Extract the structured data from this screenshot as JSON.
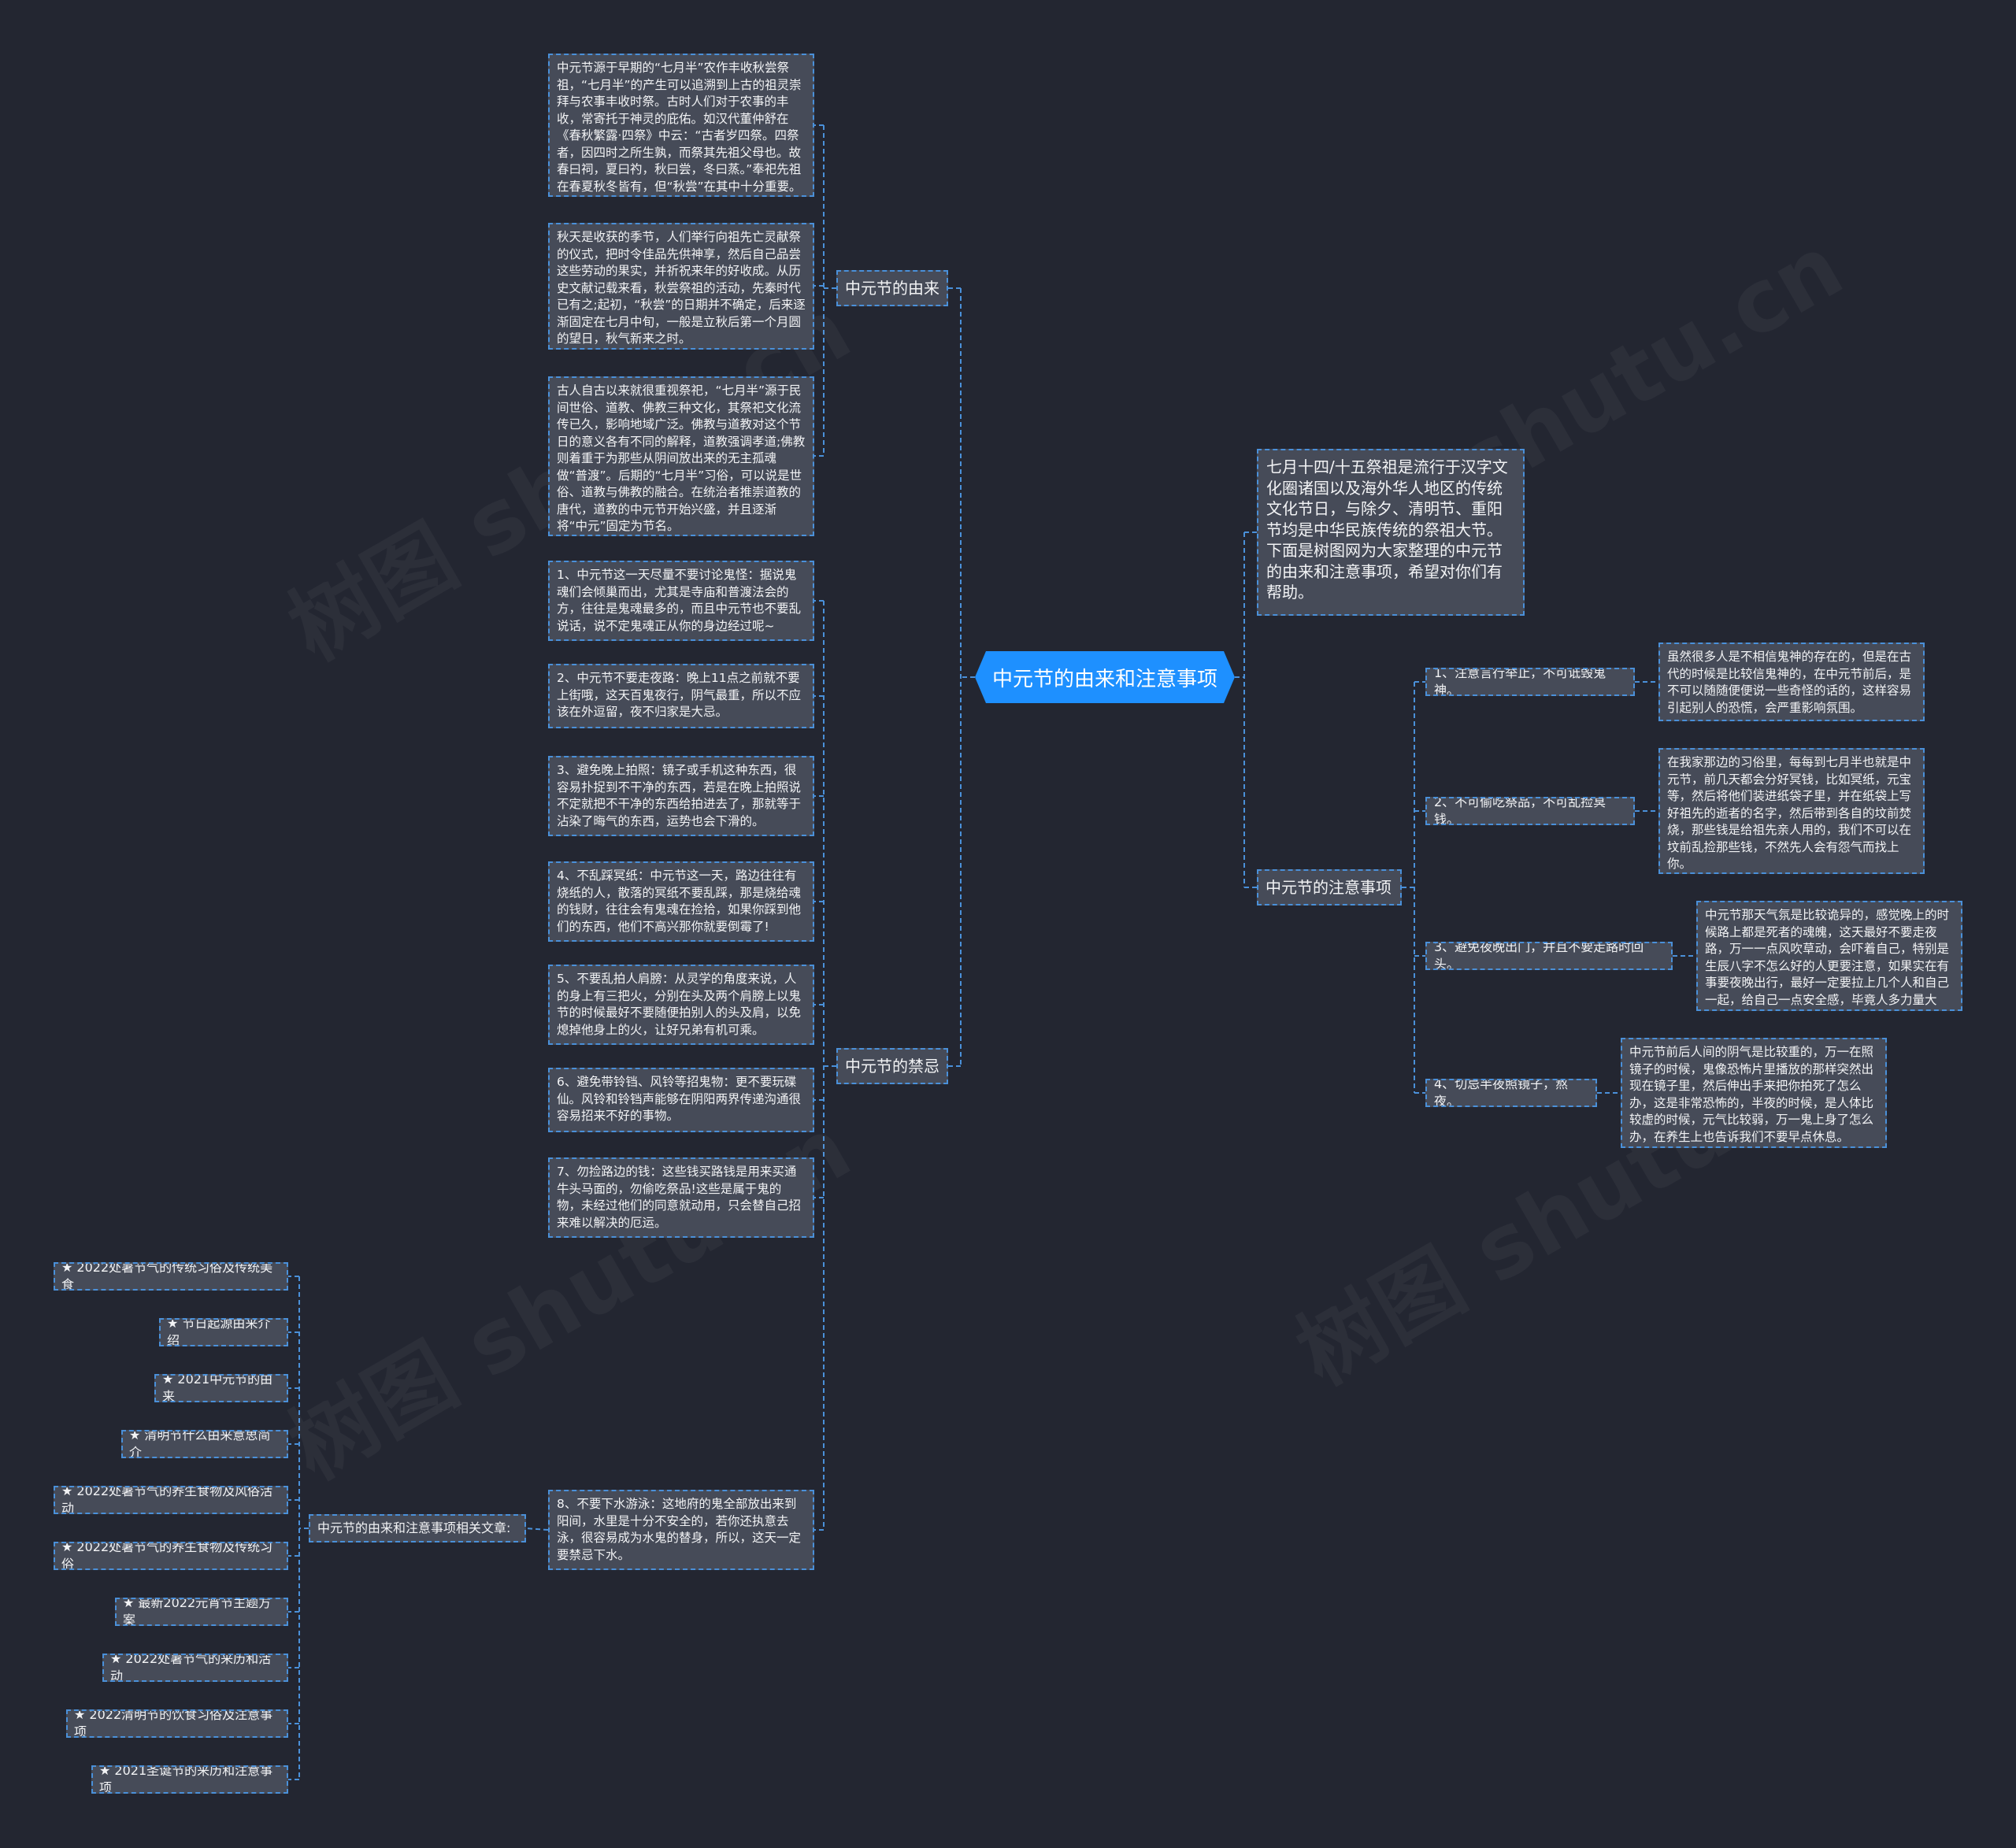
{
  "root": {
    "title": "中元节的由来和注意事项"
  },
  "intro": {
    "text": "七月十四/十五祭祖是流行于汉字文化圈诸国以及海外华人地区的传统文化节日，与除夕、清明节、重阳节均是中华民族传统的祭祖大节。下面是树图网为大家整理的中元节的由来和注意事项，希望对你们有帮助。"
  },
  "origin": {
    "label": "中元节的由来",
    "paragraphs": [
      "中元节源于早期的“七月半”农作丰收秋尝祭祖，“七月半”的产生可以追溯到上古的祖灵崇拜与农事丰收时祭。古时人们对于农事的丰收，常寄托于神灵的庇佑。如汉代董仲舒在《春秋繁露·四祭》中云：“古者岁四祭。四祭者，因四时之所生孰，而祭其先祖父母也。故春曰祠，夏曰礿，秋曰尝，冬曰蒸。”奉祀先祖在春夏秋冬皆有，但“秋尝”在其中十分重要。",
      "秋天是收获的季节，人们举行向祖先亡灵献祭的仪式，把时令佳品先供神享，然后自己品尝这些劳动的果实，并祈祝来年的好收成。从历史文献记载来看，秋尝祭祖的活动，先秦时代已有之;起初，“秋尝”的日期并不确定，后来逐渐固定在七月中旬，一般是立秋后第一个月圆的望日，秋气新来之时。",
      "古人自古以来就很重视祭祀，“七月半”源于民间世俗、道教、佛教三种文化，其祭祀文化流传已久，影响地域广泛。佛教与道教对这个节日的意义各有不同的解释，道教强调孝道;佛教则着重于为那些从阴间放出来的无主孤魂做“普渡”。后期的“七月半”习俗，可以说是世俗、道教与佛教的融合。在统治者推崇道教的唐代，道教的中元节开始兴盛，并且逐渐将“中元”固定为节名。"
    ]
  },
  "taboos": {
    "label": "中元节的禁忌",
    "items": [
      "1、中元节这一天尽量不要讨论鬼怪：据说鬼魂们会倾巢而出，尤其是寺庙和普渡法会的方，往往是鬼魂最多的，而且中元节也不要乱说话，说不定鬼魂正从你的身边经过呢~",
      "2、中元节不要走夜路：晚上11点之前就不要上街哦，这天百鬼夜行，阴气最重，所以不应该在外逗留，夜不归家是大忌。",
      "3、避免晚上拍照：镜子或手机这种东西，很容易扑捉到不干净的东西，若是在晚上拍照说不定就把不干净的东西给拍进去了，那就等于沾染了晦气的东西，运势也会下滑的。",
      "4、不乱踩冥纸：中元节这一天，路边往往有烧纸的人，散落的冥纸不要乱踩，那是烧给魂的钱财，往往会有鬼魂在捡拾，如果你踩到他们的东西，他们不高兴那你就要倒霉了!",
      "5、不要乱拍人肩膀：从灵学的角度来说，人的身上有三把火，分别在头及两个肩膀上以鬼节的时候最好不要随便拍别人的头及肩，以免熄掉他身上的火，让好兄弟有机可乘。",
      "6、避免带铃铛、风铃等招鬼物：更不要玩碟仙。风铃和铃铛声能够在阴阳两界传递沟通很容易招来不好的事物。",
      "7、勿捡路边的钱：这些钱买路钱是用来买通牛头马面的，勿偷吃祭品!这些是属于鬼的物，未经过他们的同意就动用，只会替自己招来难以解决的厄运。",
      "8、不要下水游泳：这地府的鬼全部放出来到阳间，水里是十分不安全的，若你还执意去泳，很容易成为水鬼的替身，所以，这天一定要禁忌下水。"
    ]
  },
  "notes": {
    "label": "中元节的注意事项",
    "items": [
      {
        "title": "1、注意言行举止，不可诋毁鬼神。",
        "detail": "虽然很多人是不相信鬼神的存在的，但是在古代的时候是比较信鬼神的，在中元节前后，是不可以随随便便说一些奇怪的话的，这样容易引起别人的恐慌，会严重影响氛围。"
      },
      {
        "title": "2、不可偷吃祭品，不可乱捡冥钱。",
        "detail": "在我家那边的习俗里，每每到七月半也就是中元节，前几天都会分好冥钱，比如冥纸，元宝等，然后将他们装进纸袋子里，并在纸袋上写好祖先的逝者的名字，然后带到各自的坟前焚烧，那些钱是给祖先亲人用的，我们不可以在坟前乱捡那些钱，不然先人会有怨气而找上你。"
      },
      {
        "title": "3、避免夜晚出门，并且不要走路时回头。",
        "detail": "中元节那天气氛是比较诡异的，感觉晚上的时候路上都是死者的魂魄，这天最好不要走夜路，万一一点风吹草动，会吓着自己，特别是生辰八字不怎么好的人更要注意，如果实在有事要夜晚出行，最好一定要拉上几个人和自己一起，给自己一点安全感，毕竟人多力量大嘛。"
      },
      {
        "title": "4、切忌半夜照镜子，熬夜。",
        "detail": "中元节前后人间的阴气是比较重的，万一在照镜子的时候，鬼像恐怖片里播放的那样突然出现在镜子里，然后伸出手来把你拍死了怎么办，这是非常恐怖的，半夜的时候，是人体比较虚的时候，元气比较弱，万一鬼上身了怎么办，在养生上也告诉我们不要早点休息。"
      }
    ]
  },
  "related": {
    "label": "中元节的由来和注意事项相关文章:",
    "items": [
      "★ 2022处暑节气的传统习俗及传统美食",
      "★ 节日起源由来介绍",
      "★ 2021中元节的由来",
      "★ 清明节什么由来意思简介",
      "★ 2022处暑节气的养生食物及风俗活动",
      "★ 2022处暑节气的养生食物及传统习俗",
      "★ 最新2022元宵节主题方案",
      "★ 2022处暑节气的来历和活动",
      "★ 2022清明节的饮食习俗及注意事项",
      "★ 2021圣诞节的来历和注意事项"
    ]
  },
  "watermark": {
    "text": "树图 shutu.cn"
  },
  "colors": {
    "background": "#232631",
    "node": "#464b58",
    "border": "#4a90d9",
    "root": "#1e90ff"
  }
}
